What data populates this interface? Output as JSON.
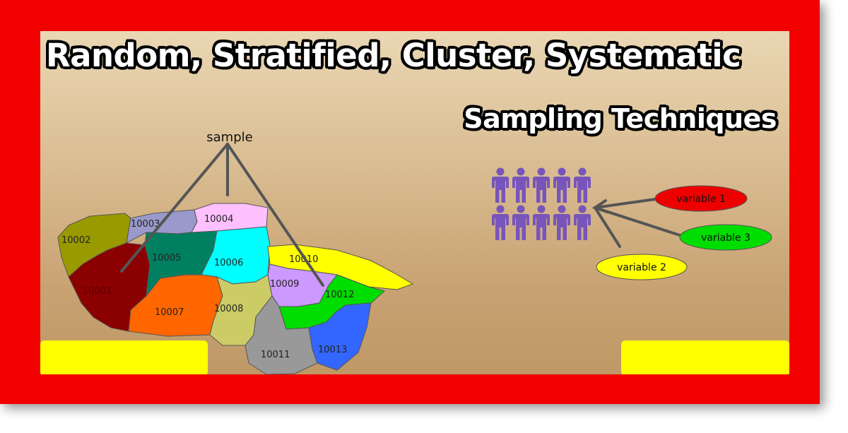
{
  "title": {
    "line1": "Random, Stratified, Cluster, Systematic",
    "line2": "Sampling Techniques"
  },
  "map": {
    "sample_label": "sample",
    "regions": [
      {
        "id": "10001",
        "color": "#8b0000"
      },
      {
        "id": "10002",
        "color": "#999900"
      },
      {
        "id": "10003",
        "color": "#9999cc"
      },
      {
        "id": "10004",
        "color": "#ffc0ff"
      },
      {
        "id": "10005",
        "color": "#008060"
      },
      {
        "id": "10006",
        "color": "#00ffff"
      },
      {
        "id": "10007",
        "color": "#ff6600"
      },
      {
        "id": "10008",
        "color": "#cccc66"
      },
      {
        "id": "10009",
        "color": "#cc99ff"
      },
      {
        "id": "10010",
        "color": "#ffff00"
      },
      {
        "id": "10011",
        "color": "#999999"
      },
      {
        "id": "10012",
        "color": "#00dd00"
      },
      {
        "id": "10013",
        "color": "#3366ff"
      }
    ]
  },
  "variables": [
    {
      "label": "variable 1",
      "color": "#ee0000"
    },
    {
      "label": "variable 3",
      "color": "#00dd00"
    },
    {
      "label": "variable 2",
      "color": "#ffff00"
    }
  ],
  "people": {
    "icon": "person-icon",
    "color": "#7755bb",
    "count": 10
  },
  "colors": {
    "frame": "#f20000",
    "highlight_boxes": "#ffff00"
  }
}
